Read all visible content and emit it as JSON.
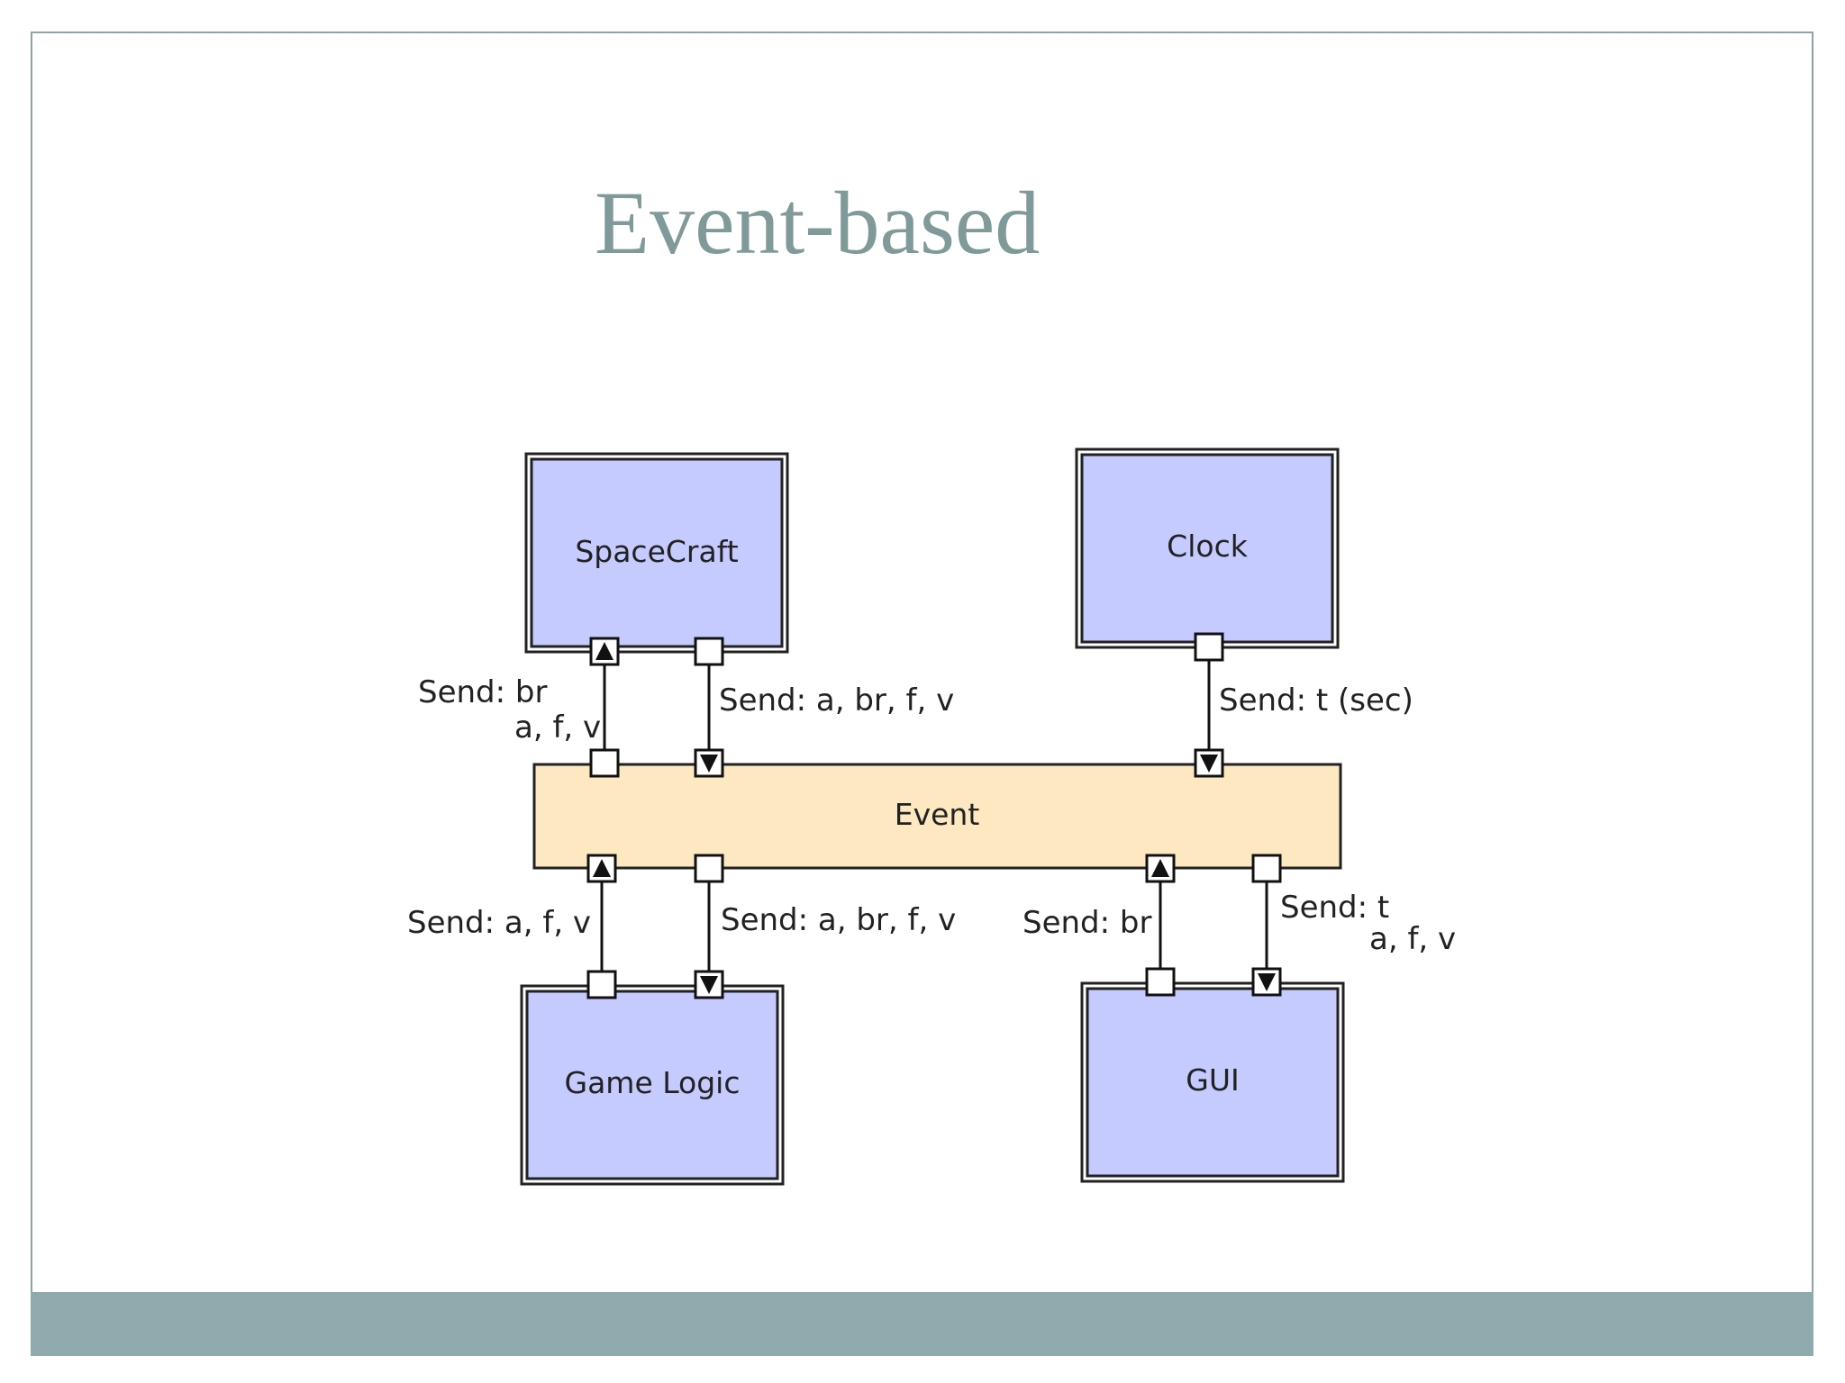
{
  "slide": {
    "title": "Event-based",
    "colors": {
      "frame": "#8fa3a5",
      "footer": "#8fabae",
      "title": "#7f9a99",
      "module_fill": "#c6cbff",
      "bus_fill": "#fde8c2"
    }
  },
  "diagram": {
    "nodes": {
      "spacecraft": "SpaceCraft",
      "clock": "Clock",
      "event": "Event",
      "game_logic": "Game Logic",
      "gui": "GUI"
    },
    "edges": {
      "spacecraft_up": {
        "line1": "Send: br",
        "line2": "a, f, v"
      },
      "spacecraft_down": {
        "line1": "Send: a, br, f, v"
      },
      "clock_down": {
        "line1": "Send: t (sec)"
      },
      "game_logic_up": {
        "line1": "Send: a, f, v"
      },
      "game_logic_down": {
        "line1": "Send: a, br, f, v"
      },
      "gui_up": {
        "line1": "Send: br"
      },
      "gui_down": {
        "line1": "Send: t",
        "line2": "a, f, v"
      }
    }
  }
}
